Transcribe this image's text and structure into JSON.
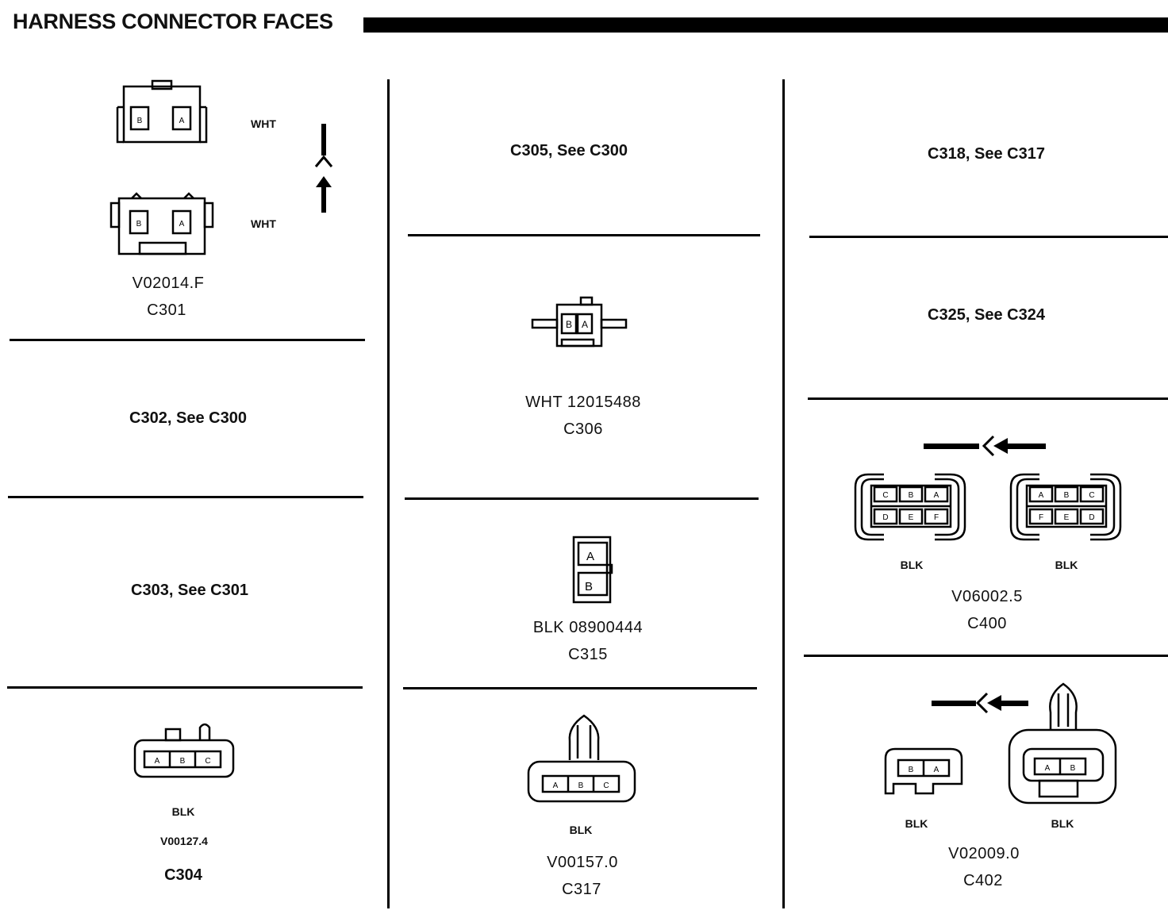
{
  "header": {
    "title": "HARNESS CONNECTOR FACES"
  },
  "col1": {
    "c301": {
      "color_top": "WHT",
      "color_bottom": "WHT",
      "part": "V02014.F",
      "id": "C301",
      "pins": [
        "B",
        "A"
      ]
    },
    "c302_ref": "C302, See C300",
    "c303_ref": "C303, See C301",
    "c304": {
      "color": "BLK",
      "part": "V00127.4",
      "id": "C304",
      "pins": [
        "A",
        "B",
        "C"
      ]
    }
  },
  "col2": {
    "c305_ref": "C305, See C300",
    "c306": {
      "desc": "WHT 12015488",
      "id": "C306",
      "pins": [
        "B",
        "A"
      ]
    },
    "c315": {
      "desc": "BLK 08900444",
      "id": "C315",
      "pins": [
        "A",
        "B"
      ]
    },
    "c317": {
      "color": "BLK",
      "part": "V00157.0",
      "id": "C317",
      "pins": [
        "A",
        "B",
        "C"
      ]
    }
  },
  "col3": {
    "c318_ref": "C318, See C317",
    "c325_ref": "C325, See C324",
    "c400": {
      "color_left": "BLK",
      "color_right": "BLK",
      "part": "V06002.5",
      "id": "C400",
      "left_pins": [
        "C",
        "B",
        "A",
        "D",
        "E",
        "F"
      ],
      "right_pins": [
        "A",
        "B",
        "C",
        "F",
        "E",
        "D"
      ]
    },
    "c402": {
      "color_left": "BLK",
      "color_right": "BLK",
      "part": "V02009.0",
      "id": "C402",
      "left_pins": [
        "B",
        "A"
      ],
      "right_pins": [
        "A",
        "B"
      ]
    }
  }
}
